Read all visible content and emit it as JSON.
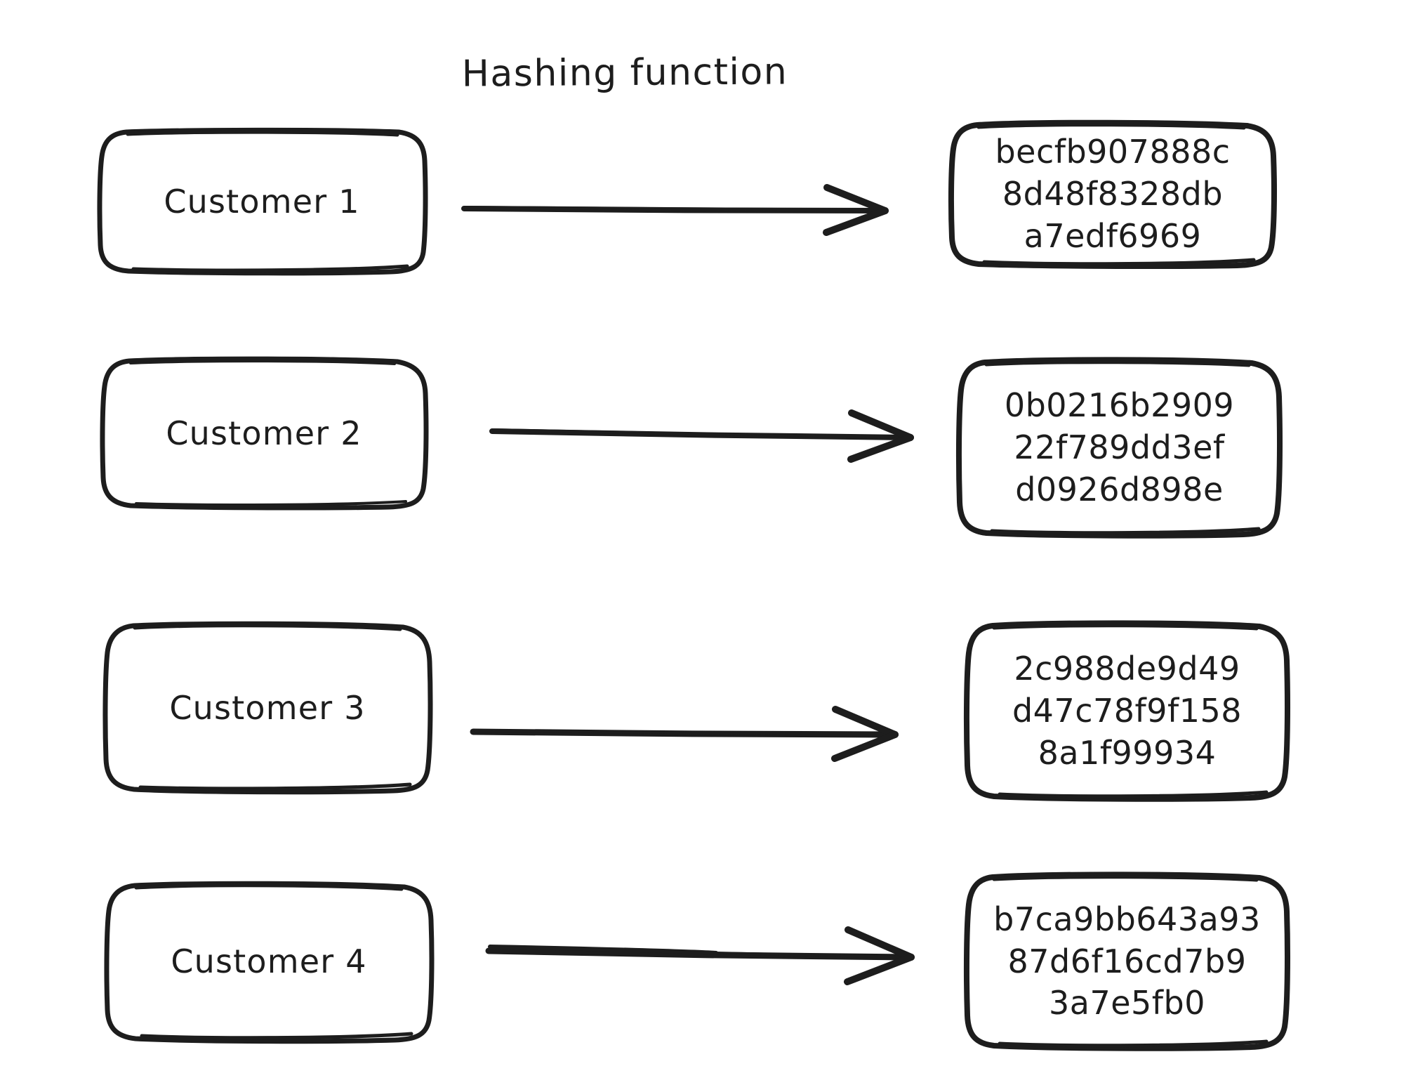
{
  "title": "Hashing function",
  "colors": {
    "ink": "#1d1d1d",
    "background": "#ffffff"
  },
  "rows": [
    {
      "customer_label": "Customer 1",
      "arrow_name": "arrow-customer-1-to-hash-1",
      "hash_lines": [
        "becfb907888c",
        "8d48f8328db",
        "a7edf6969"
      ]
    },
    {
      "customer_label": "Customer 2",
      "arrow_name": "arrow-customer-2-to-hash-2",
      "hash_lines": [
        "0b0216b2909",
        "22f789dd3ef",
        "d0926d898e"
      ]
    },
    {
      "customer_label": "Customer 3",
      "arrow_name": "arrow-customer-3-to-hash-3",
      "hash_lines": [
        "2c988de9d49",
        "d47c78f9f158",
        "8a1f99934"
      ]
    },
    {
      "customer_label": "Customer 4",
      "arrow_name": "arrow-customer-4-to-hash-4",
      "hash_lines": [
        "b7ca9bb643a93",
        "87d6f16cd7b9",
        "3a7e5fb0"
      ]
    }
  ]
}
